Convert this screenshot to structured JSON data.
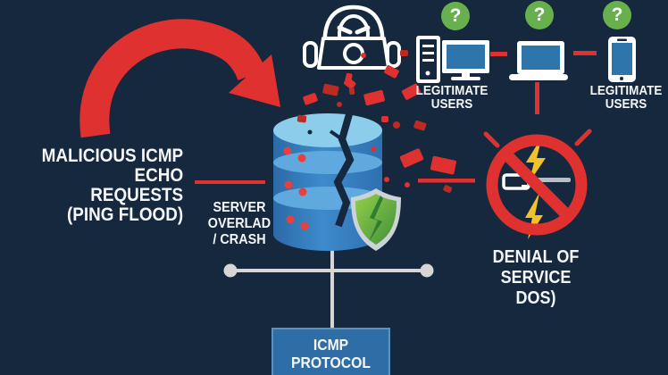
{
  "labels": {
    "attack": "MALICIOUS ICMP\nECHO\nREQUESTS\n(PING FLOOD)",
    "server_state": "SERVER\nOVERLAD\n/ CRASH",
    "users_left": "LEGITIMATE\nUSERS",
    "users_right": "LEGITIMATE\nUSERS",
    "dos": "DENIAL OF\nSERVICE\nDOS)",
    "protocol": "ICMP\nPROTOCOL",
    "question_mark": "?"
  },
  "icons": {
    "hacker": "hooded-hacker-at-laptop-icon",
    "server": "cracked-database-server-icon",
    "shield": "green-shield-lightning-icon",
    "desktop": "desktop-computer-icon",
    "laptop": "laptop-icon",
    "phone": "smartphone-icon",
    "blocked": "no-connection-prohibition-icon",
    "question": "question-mark-badge",
    "arrow": "curved-attack-arrow"
  },
  "colors": {
    "background": "#16283d",
    "red": "#e03131",
    "red_dark": "#bb2b24",
    "led_red": "#e8403c",
    "text_white": "#f4f6f8",
    "server_body": "#3e8acc",
    "server_top": "#8ccdec",
    "server_band": "#5fa9de",
    "screen_blue": "#2d75ab",
    "box_blue": "#2e6da5",
    "box_border": "#5b93c0",
    "green": "#68b04e",
    "shield_green_light": "#93cf4a",
    "shield_green_dark": "#3f8f3a",
    "shield_crack": "#2f7d33",
    "shield_border": "#ccd3d8",
    "bolt_yellow": "#f3c129",
    "line_gray": "#d6d6d6",
    "cable_gray": "#b9bec2"
  }
}
